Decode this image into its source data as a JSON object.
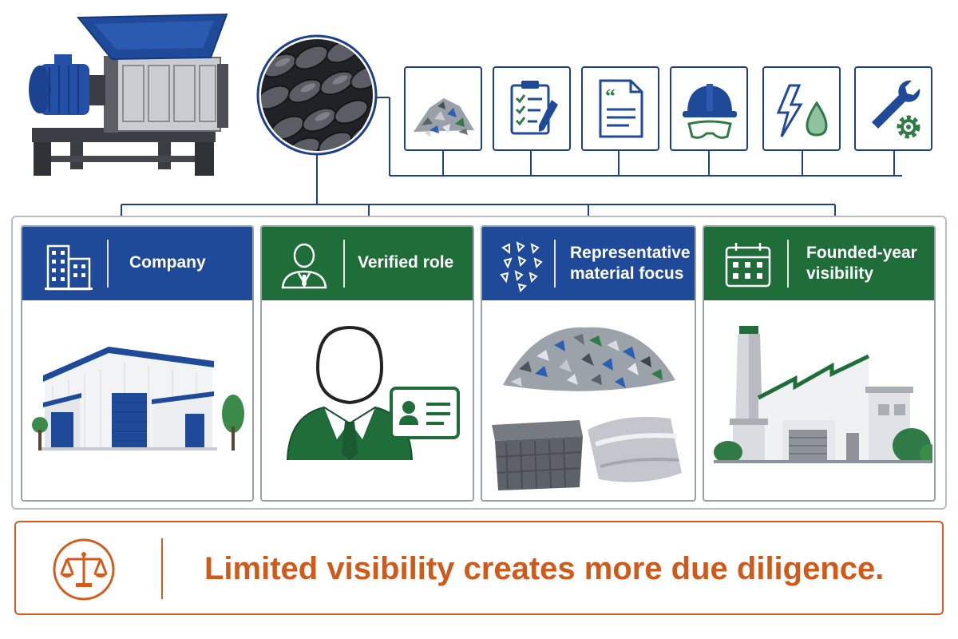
{
  "process": {
    "equipment": "industrial-shredder",
    "blade_closeup": "shredder-blades",
    "icons": [
      {
        "name": "shredded-material-icon"
      },
      {
        "name": "checklist-icon"
      },
      {
        "name": "quote-document-icon"
      },
      {
        "name": "safety-gear-icon"
      },
      {
        "name": "power-water-icon"
      },
      {
        "name": "wrench-gear-icon"
      }
    ]
  },
  "cards": [
    {
      "title": "Company",
      "color": "#1f4a9a",
      "icon": "office-building-icon",
      "illustration": "warehouse-illustration"
    },
    {
      "title": "Verified role",
      "color": "#1f6e3a",
      "icon": "person-icon",
      "illustration": "verified-person-illustration"
    },
    {
      "title": "Representative\nmaterial focus",
      "color": "#1f4a9a",
      "icon": "material-chips-icon",
      "illustration": "plastic-materials-illustration"
    },
    {
      "title": "Founded-year\nvisibility",
      "color": "#1f6e3a",
      "icon": "calendar-icon",
      "illustration": "factory-illustration"
    }
  ],
  "banner": {
    "text": "Limited visibility creates more due diligence.",
    "icon": "balance-scale-icon",
    "color": "#d35b1c"
  },
  "colors": {
    "blue": "#1f4a9a",
    "green": "#1f6e3a",
    "orange": "#d35b1c",
    "frame": "#b8bcc4"
  }
}
